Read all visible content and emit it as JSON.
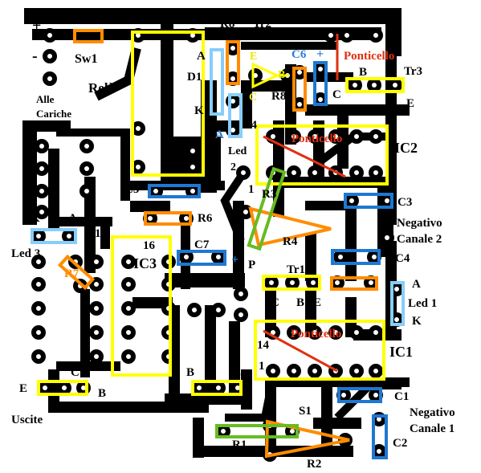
{
  "colors": {
    "trace": "#000000",
    "pad": "#ffffff",
    "ic_outline": "#ffff00",
    "resistor": "#ff8c00",
    "capacitor": "#1e78d2",
    "led": "#87cefa",
    "resistor_green": "#66bb22",
    "jumper": "#e03010",
    "label_black": "#000000",
    "label_blue": "#2a7fd4",
    "label_red": "#e03010",
    "label_yellow": "#e8e800"
  },
  "labels": {
    "plus": "+",
    "minus": "-",
    "sw1": "Sw1",
    "rele": "Relè",
    "alle": "Alle",
    "cariche": "Cariche",
    "r8_top": "R8",
    "tr2": "Tr2",
    "a_d1": "A",
    "d1": "D1",
    "k_d1": "K",
    "e_tr2": "E",
    "b_tr2": "B",
    "c_tr2": "C",
    "c6": "C6",
    "c6_plus": "+",
    "ponticello_top": "Ponticello",
    "b_tr3": "B",
    "tr3": "Tr3",
    "c_tr3": "C",
    "e_tr3": "E",
    "r8_mid": "R8",
    "pin14_ic2": "14",
    "a_led2": "A",
    "led2_a": "Led",
    "led2_b": "2",
    "ponticello_ic2": "Ponticello",
    "ic2": "IC2",
    "c5": "C5",
    "pin1_ic2": "1",
    "r3": "R3",
    "s2": "S2",
    "c3": "C3",
    "k_led3": "K",
    "a_led3": "A",
    "pin1_ic3": "1",
    "r6": "R6",
    "neg_ch2_a": "Negativo",
    "neg_ch2_b": "Canale 2",
    "pin16_ic3": "16",
    "c7": "C7",
    "r4": "R4",
    "led3": "Led 3",
    "r7": "R7",
    "ic3": "IC3",
    "c7_plus": "+",
    "p": "P",
    "c4": "C4",
    "tr1": "Tr1",
    "a_led1": "A",
    "c_tr1": "C",
    "b_tr1": "B",
    "e_tr1": "E",
    "led1": "Led 1",
    "k_led1": "K",
    "ponticello_ic1": "Ponticello",
    "pin14_ic1": "14",
    "ic1": "IC1",
    "pin1_ic1": "1",
    "c_bl": "C",
    "b_br": "B",
    "e_br": "E",
    "e_bl": "E",
    "b_bl": "B",
    "c1": "C1",
    "uscite": "Uscite",
    "c_br": "C",
    "s1": "S1",
    "neg_ch1_a": "Negativo",
    "neg_ch1_b": "Canale 1",
    "r1": "R1",
    "c2": "C2",
    "r2": "R2"
  }
}
